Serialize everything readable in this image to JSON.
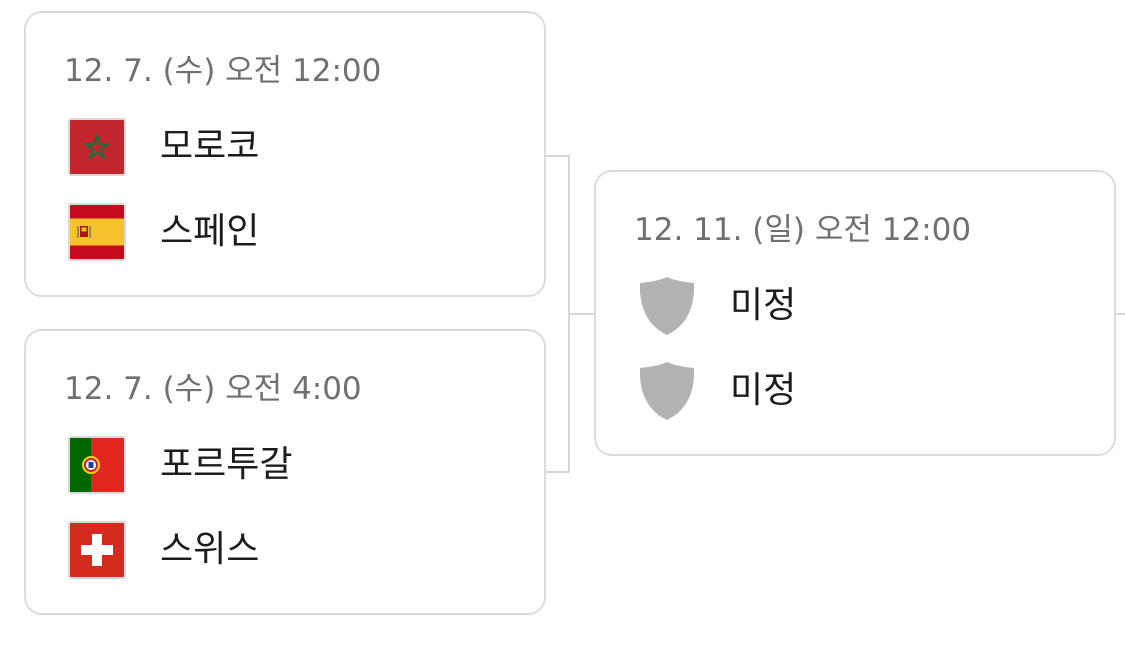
{
  "matches": [
    {
      "time": "12. 7. (수) 오전 12:00",
      "teams": [
        {
          "name": "모로코",
          "flag_icon": "morocco-flag-icon"
        },
        {
          "name": "스페인",
          "flag_icon": "spain-flag-icon"
        }
      ]
    },
    {
      "time": "12. 7. (수) 오전 4:00",
      "teams": [
        {
          "name": "포르투갈",
          "flag_icon": "portugal-flag-icon"
        },
        {
          "name": "스위스",
          "flag_icon": "switzerland-flag-icon"
        }
      ]
    },
    {
      "time": "12. 11. (일) 오전 12:00",
      "teams": [
        {
          "name": "미정",
          "flag_icon": "placeholder-shield-icon"
        },
        {
          "name": "미정",
          "flag_icon": "placeholder-shield-icon"
        }
      ]
    }
  ],
  "colors": {
    "card_border": "#dcdcdc",
    "time_text": "#707070",
    "team_text": "#1c1c1c",
    "connector": "#d6d6d6",
    "shield": "#b3b3b3"
  }
}
